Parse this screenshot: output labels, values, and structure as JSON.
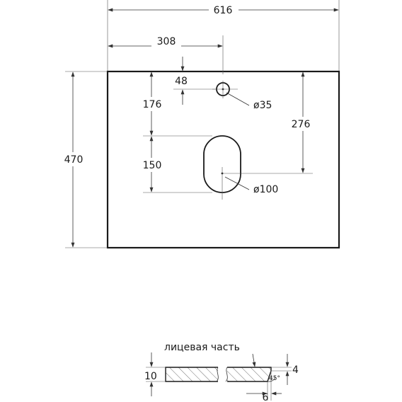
{
  "top_view": {
    "overall_width": "616",
    "half_width": "308",
    "depth": "470",
    "tap_hole_offset": "48",
    "tap_to_sink_top": "176",
    "sink_length": "150",
    "edge_to_sink_center": "276",
    "tap_hole_diameter": "ø35",
    "sink_width_diameter": "ø100"
  },
  "section": {
    "face_label": "лицевая часть",
    "thickness": "10",
    "bevel_height": "4",
    "bevel_width": "6",
    "bevel_angle": "45°"
  },
  "colors": {
    "outline": "#1a1a1a",
    "dimension": "#333333"
  }
}
